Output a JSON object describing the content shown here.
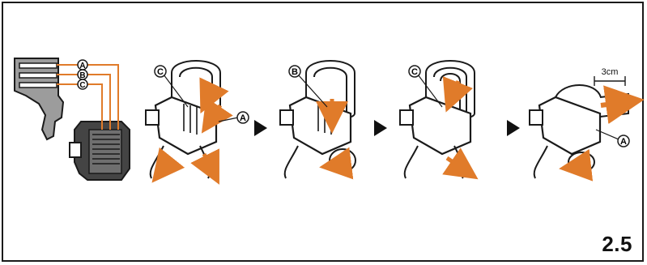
{
  "figure": {
    "step_number": "2.5",
    "measurement": "3cm",
    "callouts": {
      "a": "A",
      "b": "B",
      "c": "C"
    },
    "colors": {
      "accent": "#e07b2a",
      "line": "#1a1a1a",
      "strap_gray": "#8a8a8a",
      "buckle_dark": "#2b2b2b"
    }
  }
}
